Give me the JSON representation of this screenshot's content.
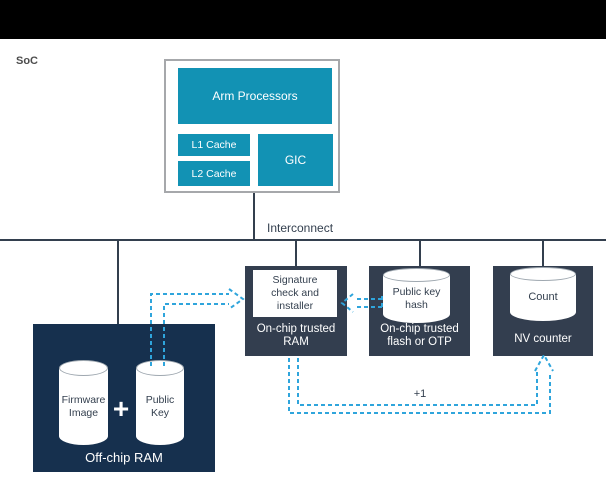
{
  "page": {
    "soc_label": "SoC",
    "interconnect_label": "Interconnect"
  },
  "cpu_cluster": {
    "arm_processors_label": "Arm Processors",
    "l1_cache_label": "L1 Cache",
    "l2_cache_label": "L2 Cache",
    "gic_label": "GIC"
  },
  "on_chip_trusted_ram": {
    "inner_box_label": "Signature check and installer",
    "caption": "On-chip trusted RAM"
  },
  "on_chip_trusted_flash": {
    "cylinder_label": "Public key hash",
    "caption": "On-chip trusted flash or OTP"
  },
  "nv_counter": {
    "cylinder_label": "Count",
    "caption": "NV counter"
  },
  "off_chip_ram": {
    "firmware_cylinder_label": "Firmware Image",
    "plus_sign": "+",
    "public_key_cylinder_label": "Public Key",
    "caption": "Off-chip RAM"
  },
  "annotations": {
    "increment_label": "+1"
  },
  "colors": {
    "top_bar": "#000000",
    "teal_block": "#1292b4",
    "dark_slate_box": "#333e4f",
    "navy_box": "#16304e",
    "connector_line": "#333f4e",
    "dashed_arrow_blue": "#2fa5dc",
    "cpu_box_border": "#a6a8ab"
  }
}
